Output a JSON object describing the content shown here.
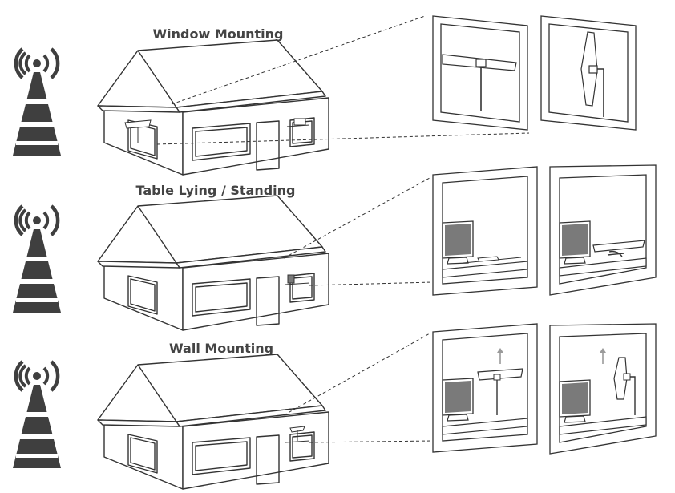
{
  "rows": [
    {
      "title": "Window Mounting"
    },
    {
      "title": "Table Lying / Standing"
    },
    {
      "title": "Wall Mounting"
    }
  ],
  "colors": {
    "line": "#333333",
    "tower": "#3f3f3f",
    "tv_screen": "#7a7a7a",
    "arrow": "#9a9a9a",
    "background": "#ffffff"
  },
  "icons": [
    "broadcast-tower-icon",
    "house",
    "tv",
    "flat-antenna",
    "up-arrow-icon"
  ]
}
